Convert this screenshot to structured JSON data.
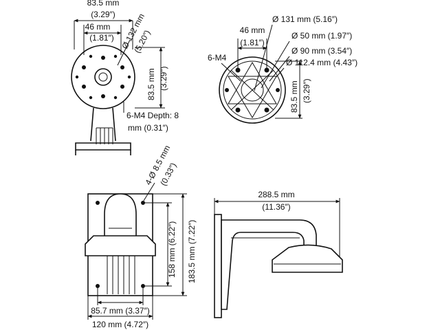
{
  "top_left_view": {
    "overall_width": "83.5 mm",
    "overall_width_in": "(3.29″)",
    "hole_spacing": "46 mm",
    "hole_spacing_in": "(1.81″)",
    "diameter": "Ø 132 mm",
    "diameter_in": "(5.20″)",
    "height": "83.5 mm",
    "height_in": "(3.29″)",
    "thread_line1": "6-M4 Depth: 8",
    "thread_line2": "mm (0.31″)"
  },
  "top_right_view": {
    "hole_spacing": "46 mm",
    "hole_spacing_in": "(1.81″)",
    "thread": "6-M4",
    "d131": "Ø 131 mm (5.16″)",
    "d50": "Ø 50 mm (1.97″)",
    "d90": "Ø 90 mm (3.54″)",
    "d112": "Ø 112.4 mm (4.43″)",
    "height": "83.5 mm",
    "height_in": "(3.29″)"
  },
  "bottom_left_view": {
    "holes": "4-Ø 8.5 mm",
    "holes_in": "(0.33″)",
    "height_inner": "158 mm (6.22″)",
    "height_outer": "183.5 mm (7.22″)",
    "width_inner": "85.7 mm (3.37″)",
    "width_outer": "120 mm (4.72″)"
  },
  "bottom_right_view": {
    "depth": "288.5 mm",
    "depth_in": "(11.36″)"
  }
}
